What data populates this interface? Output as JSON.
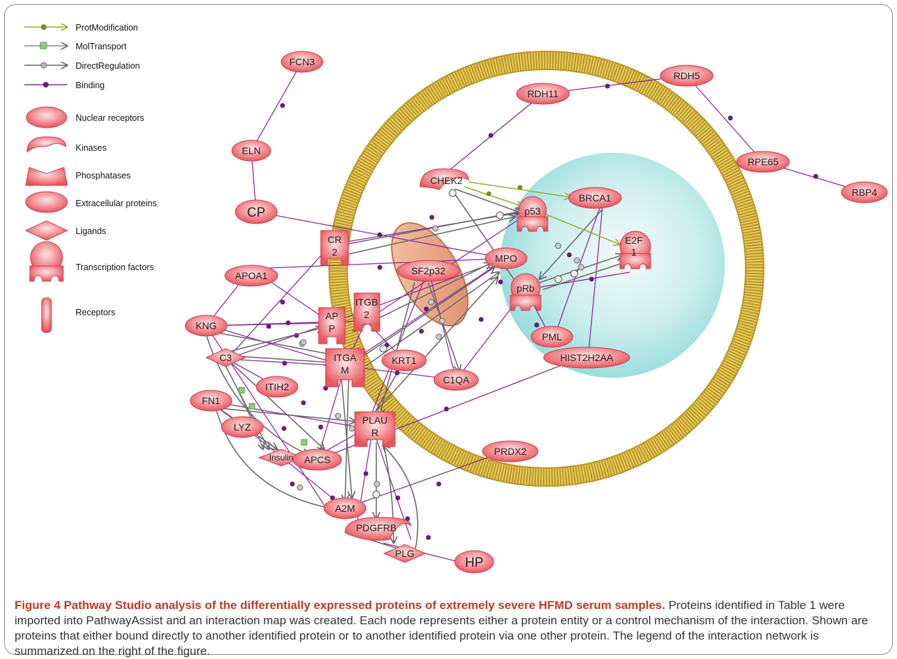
{
  "legend": {
    "edge_types": [
      "ProtModification",
      "MolTransport",
      "DirectRegulation",
      "Binding"
    ],
    "node_types": [
      "Nuclear receptors",
      "Kinases",
      "Phosphatases",
      "Extracellular proteins",
      "Ligands",
      "Transcription factors",
      "Receptors"
    ]
  },
  "nodes": {
    "FCN3": "FCN3",
    "RDH5": "RDH5",
    "RDH11": "RDH11",
    "RPE65": "RPE65",
    "RBP4": "RBP4",
    "ELN": "ELN",
    "CP": "CP",
    "CHEK2": "CHEK2",
    "p53": "p53",
    "BRCA1": "BRCA1",
    "CR2_a": "CR",
    "CR2_b": "2",
    "E2F1_a": "E2F",
    "E2F1_b": "1",
    "SF2p32": "SF2p32",
    "MPO": "MPO",
    "APOA1": "APOA1",
    "pRb": "pRb",
    "ITGB2_a": "ITGB",
    "ITGB2_b": "2",
    "APP_a": "AP",
    "APP_b": "P",
    "KNG": "KNG",
    "PML": "PML",
    "C3": "C3",
    "ITGAM_a": "ITGA",
    "ITGAM_b": "M",
    "KRT1": "KRT1",
    "HIST2H2AA": "HIST2H2AA",
    "C1QA": "C1QA",
    "ITIH2": "ITIH2",
    "FN1": "FN1",
    "PLAUR_a": "PLAU",
    "PLAUR_b": "R",
    "LYZ": "LYZ",
    "PRDX2": "PRDX2",
    "Insulin": "Insulin",
    "APCS": "APCS",
    "A2M": "A2M",
    "PDGFRB": "PDGFRB",
    "PLG": "PLG",
    "HP": "HP"
  },
  "caption": {
    "title": "Figure 4 Pathway Studio analysis of the differentially expressed proteins of extremely severe HFMD serum samples.",
    "body": " Proteins identified in Table 1 were imported into PathwayAssist and an interaction map was created. Each node represents either a protein entity or a control mechanism of the interaction. Shown are proteins that either bound directly to another identified protein or to another identified protein via one other protein. The legend of the interaction network is summarized on the right of the figure."
  },
  "colors": {
    "binding": "#8b2b9e",
    "prot_modification": "#9aab2a",
    "mol_transport": "#7fbf5a",
    "direct_regulation": "#6a6a6a",
    "node_fill": "#f07a80",
    "membrane": "#c9a838",
    "nucleus": "#aee6e6",
    "caption_title": "#c0392b"
  }
}
